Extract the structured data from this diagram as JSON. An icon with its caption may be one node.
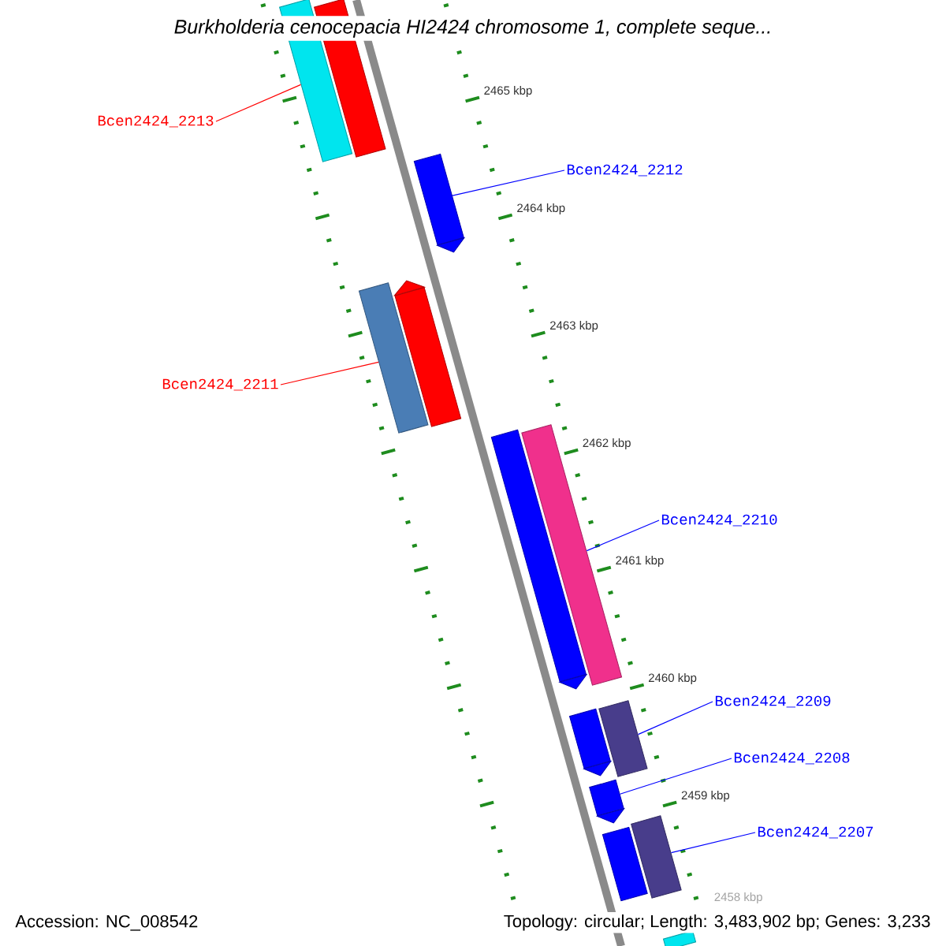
{
  "diagram": {
    "title": "Burkholderia cenocepacia HI2424 chromosome 1, complete seque...",
    "nodes": [
      {
        "text": [
          "Bcen2424_2213"
        ]
      },
      {
        "text": [],
        "shape": "bar"
      },
      {
        "text": [],
        "shape": "bar"
      },
      {
        "text": [
          "Bcen2424_2212"
        ]
      },
      {
        "text": [],
        "shape": "bar"
      },
      {
        "text": [],
        "shape": "bar"
      },
      {
        "text": [],
        "shape": "bar"
      },
      {
        "text": [
          "Bcen2424_2211"
        ]
      },
      {
        "text": [],
        "shape": "bar"
      },
      {
        "text": [],
        "shape": "bar"
      },
      {
        "text": [
          "Bcen2424_2210"
        ]
      },
      {
        "text": [
          "Bcen2424_2209"
        ]
      },
      {
        "text": [],
        "shape": "bar"
      },
      {
        "text": [],
        "shape": "bar"
      },
      {
        "text": [
          "Bcen2424_2208"
        ]
      },
      {
        "text": [],
        "shape": "bar"
      },
      {
        "text": [
          "Bcen2424_2207"
        ]
      },
      {
        "text": [],
        "shape": "bar"
      },
      {
        "text": [],
        "shape": "bar"
      },
      {
        "text": [],
        "shape": "bar"
      }
    ],
    "edges": [
      {
        "from": 0,
        "to": 1,
        "arrow": "none",
        "color": "#ff0000"
      },
      {
        "from": 3,
        "to": 4,
        "arrow": "none"
      },
      {
        "from": 7,
        "to": 5,
        "arrow": "none",
        "color": "#ff0000"
      },
      {
        "from": 10,
        "to": 9,
        "arrow": "none"
      },
      {
        "from": 11,
        "to": 13,
        "arrow": "none"
      },
      {
        "from": 14,
        "to": 15,
        "arrow": "none"
      },
      {
        "from": 16,
        "to": 18,
        "arrow": "none"
      }
    ],
    "labels": [
      "2465 kbp",
      "2464 kbp",
      "2463 kbp",
      "2462 kbp",
      "2461 kbp",
      "2460 kbp",
      "2459 kbp",
      "2458 kbp",
      "Accession: NC_008542",
      "Topology: circular; Length: 3,483,902 bp; Genes: 3,233"
    ]
  }
}
